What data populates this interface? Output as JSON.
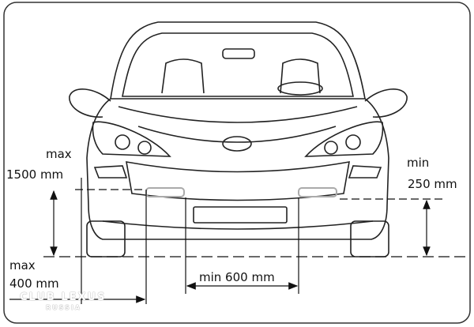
{
  "labels": {
    "max_height_word": "max",
    "max_height_value": "1500 mm",
    "min_height_word": "min",
    "min_height_value": "250 mm",
    "max_side_word": "max",
    "max_side_value": "400 mm",
    "min_spacing": "min 600 mm"
  },
  "watermark": {
    "line1": "CLUB LEXUS",
    "line2": "RUSSIA"
  }
}
